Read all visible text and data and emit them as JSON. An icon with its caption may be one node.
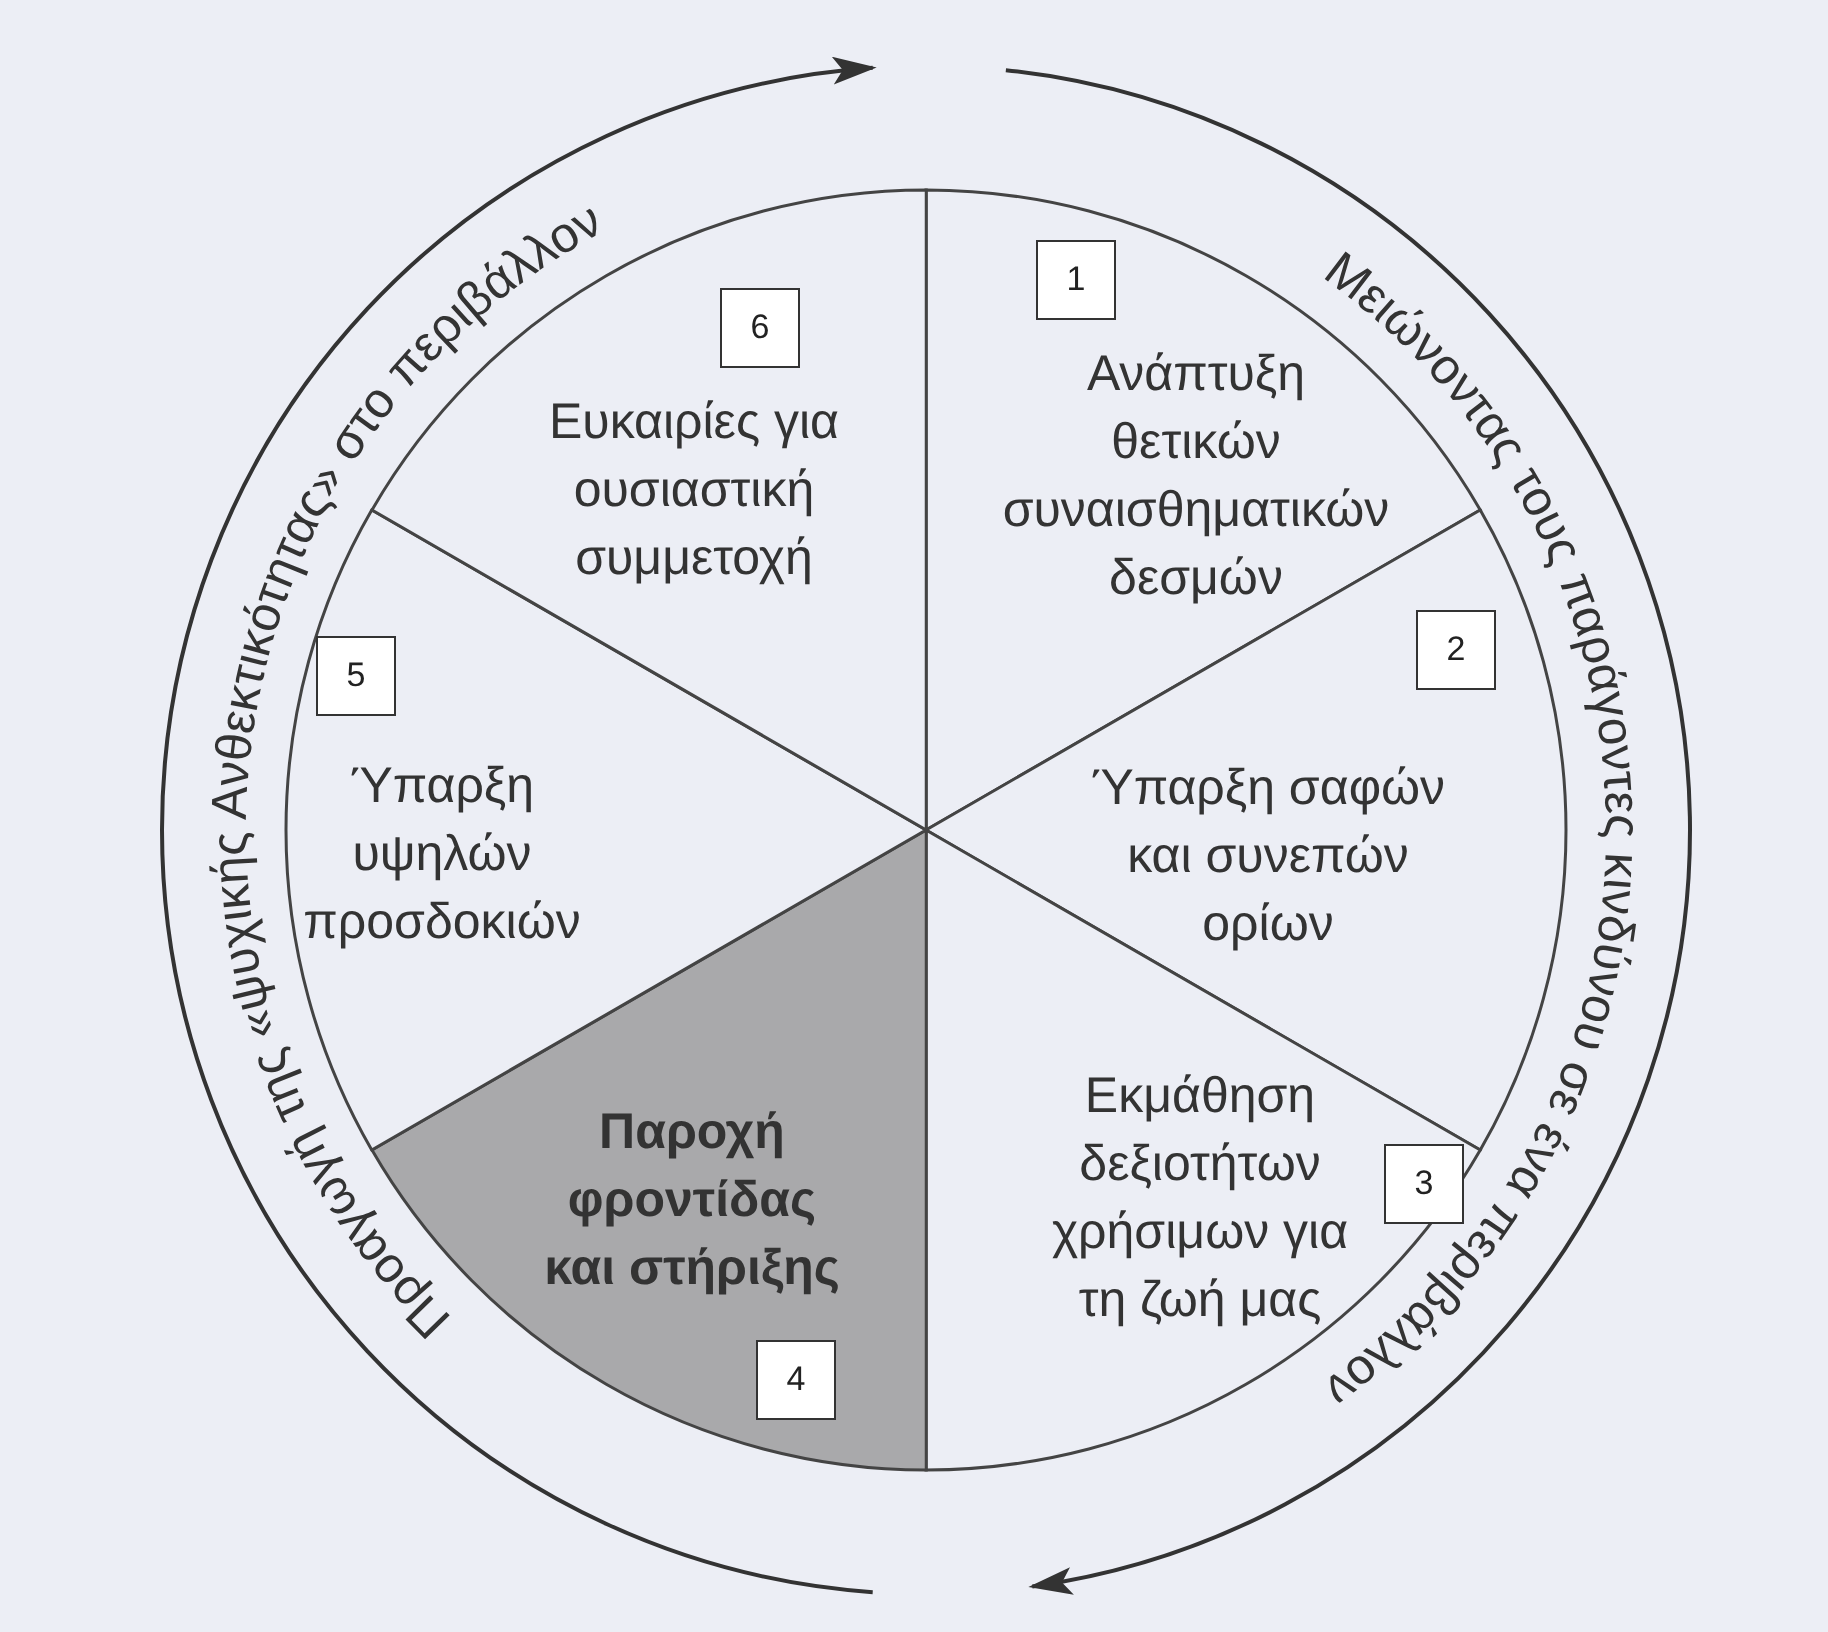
{
  "diagram": {
    "nodes": [
      {
        "text": [
          "Ανάπτυξη θετικών συναισθηματικών δεσμών"
        ]
      },
      {
        "text": [
          "1"
        ],
        "in": 0
      },
      {
        "text": [
          "Ύπαρξη σαφών και συνεπών ορίων"
        ]
      },
      {
        "text": [
          "2"
        ],
        "in": 2
      },
      {
        "text": [
          "Εκμάθηση δεξιοτήτων χρήσιμων για τη ζωή μας"
        ]
      },
      {
        "text": [
          "3"
        ],
        "in": 4
      },
      {
        "text": [
          "Παροχή φροντίδας και στήριξης"
        ]
      },
      {
        "text": [
          "4"
        ],
        "in": 6
      },
      {
        "text": [
          "Ύπαρξη υψηλών προσδοκιών"
        ]
      },
      {
        "text": [
          "5"
        ],
        "in": 8
      },
      {
        "text": [
          "Ευκαιρίες για ουσιαστική συμμετοχή"
        ]
      },
      {
        "text": [
          "6"
        ],
        "in": 10
      }
    ],
    "edges": [],
    "labels": [
      "Μειώνοντας τους παράγοντες κινδύνου σε ένα περιβάλλον",
      "Προαγωγή της «ψυχικής Ανθεκτικότητας» στο περιβάλλον"
    ]
  }
}
